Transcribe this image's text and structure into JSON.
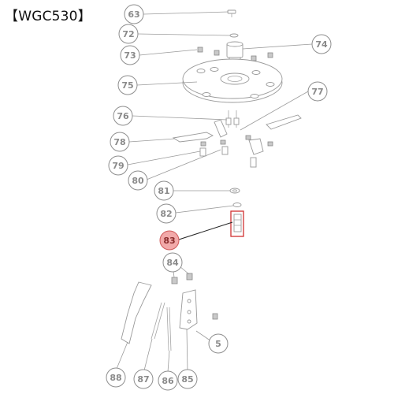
{
  "title": "【WGC530】",
  "callouts": [
    {
      "id": "63",
      "highlighted": false
    },
    {
      "id": "72",
      "highlighted": false
    },
    {
      "id": "73",
      "highlighted": false
    },
    {
      "id": "74",
      "highlighted": false
    },
    {
      "id": "75",
      "highlighted": false
    },
    {
      "id": "76",
      "highlighted": false
    },
    {
      "id": "77",
      "highlighted": false
    },
    {
      "id": "78",
      "highlighted": false
    },
    {
      "id": "79",
      "highlighted": false
    },
    {
      "id": "80",
      "highlighted": false
    },
    {
      "id": "81",
      "highlighted": false
    },
    {
      "id": "82",
      "highlighted": false
    },
    {
      "id": "83",
      "highlighted": true
    },
    {
      "id": "84",
      "highlighted": false
    },
    {
      "id": "5",
      "highlighted": false
    },
    {
      "id": "88",
      "highlighted": false
    },
    {
      "id": "87",
      "highlighted": false
    },
    {
      "id": "86",
      "highlighted": false
    },
    {
      "id": "85",
      "highlighted": false
    }
  ],
  "colors": {
    "highlight_fill": "#f2a9a9",
    "highlight_box": "#d03030",
    "line": "#9a9a9a"
  }
}
